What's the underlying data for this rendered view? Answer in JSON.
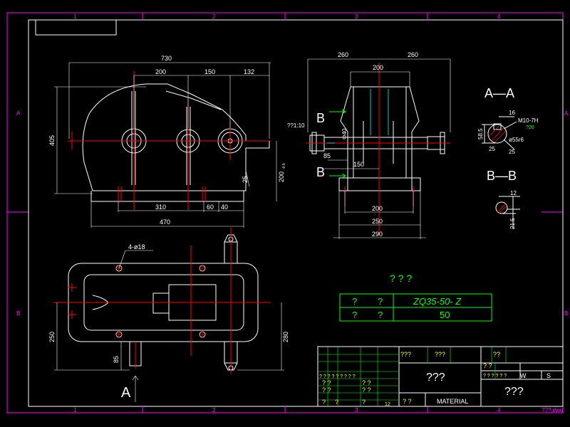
{
  "colors": {
    "background": "#000000",
    "outline": "#ffffff",
    "dimension": "#ffffff",
    "border": "#ff00ff",
    "centerline": "#ff0000",
    "hidden": "#00ffff",
    "table_text": "#ffff00",
    "table_grid": "#00ff00",
    "accent_green": "#00ff00"
  },
  "border": {
    "column_numbers": [
      "1",
      "2",
      "3",
      "4"
    ],
    "row_letters": [
      "A",
      "B"
    ],
    "file_name": "???.dwg"
  },
  "front_view": {
    "overall_width": "730",
    "span_1": "200",
    "span_2": "150",
    "span_3": "132",
    "height": "405",
    "shaft_height": "200",
    "shaft_height_tol": "-0.5",
    "foot": "25",
    "base_1": "310",
    "base_2": "60",
    "base_3": "40",
    "base_total": "470"
  },
  "side_view": {
    "left_half": "260",
    "right_half": "260",
    "top_width": "200",
    "taper": "??1:10",
    "diameter": "Φ40",
    "shaft_ext": "85",
    "shaft_len": "150",
    "section_mark": "B",
    "bottom_1": "200",
    "bottom_2": "250",
    "bottom_3": "290"
  },
  "plan_view": {
    "holes": "4-ø18",
    "height_left": "250",
    "height_right": "280",
    "shaft_out": "85",
    "view_mark": "A"
  },
  "section_aa": {
    "title": "A—A",
    "width": "16",
    "thread": "M10-7H",
    "thread_depth": "?20",
    "bore": "ø55r6",
    "depth": "58.5",
    "key": "25",
    "key_2": "25"
  },
  "section_bb": {
    "title": "B—B",
    "width": "12",
    "depth": "21.5"
  },
  "spec_box": {
    "heading": "? ? ?",
    "row1_a": "?",
    "row1_b": "?",
    "row1_value": "ZQ35-50- Z",
    "row2_a": "?",
    "row2_b": "?",
    "row2_value": "50"
  },
  "title_block": {
    "q1": "???",
    "q2": "???",
    "q3": "??",
    "drawing_name": "???",
    "company": "???",
    "material_label": "MATERIAL",
    "w_label": "W",
    "s_label": "S",
    "small_q": "?",
    "q_pair": "? ?",
    "q_row": "? ? ? ? ? ? ? ? ?",
    "q_six": "? ? ? ? ? ?",
    "twelve": "12"
  }
}
